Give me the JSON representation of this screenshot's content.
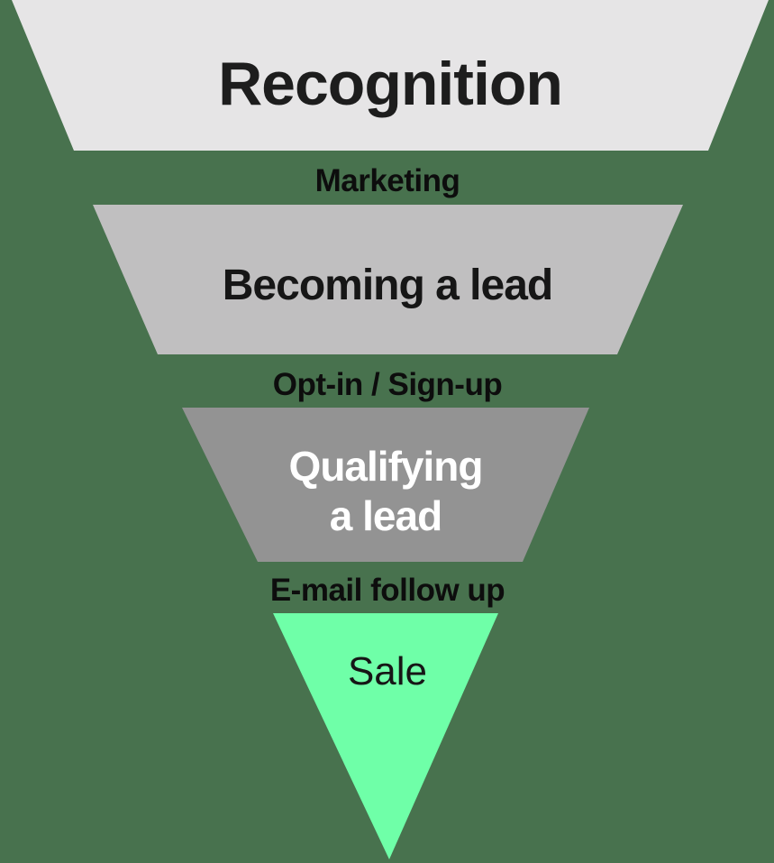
{
  "diagram": {
    "type": "funnel",
    "orientation": "top-down",
    "background_color": "#48724e",
    "stages": [
      {
        "label": "Recognition",
        "fill": "#e6e5e6",
        "text_color": "#1d1d1d"
      },
      {
        "label": "Becoming a lead",
        "fill": "#c0bfc0",
        "text_color": "#161616"
      },
      {
        "label": "Qualifying a lead",
        "label_line1": "Qualifying",
        "label_line2": "a lead",
        "fill": "#939393",
        "text_color": "#ffffff"
      },
      {
        "label": "Sale",
        "fill": "#6fffa8",
        "text_color": "#161616"
      }
    ],
    "transitions": [
      {
        "label": "Marketing",
        "text_color": "#0d0d0d"
      },
      {
        "label": "Opt-in / Sign-up",
        "text_color": "#0d0d0d"
      },
      {
        "label": "E-mail follow up",
        "text_color": "#0d0d0d"
      }
    ]
  }
}
